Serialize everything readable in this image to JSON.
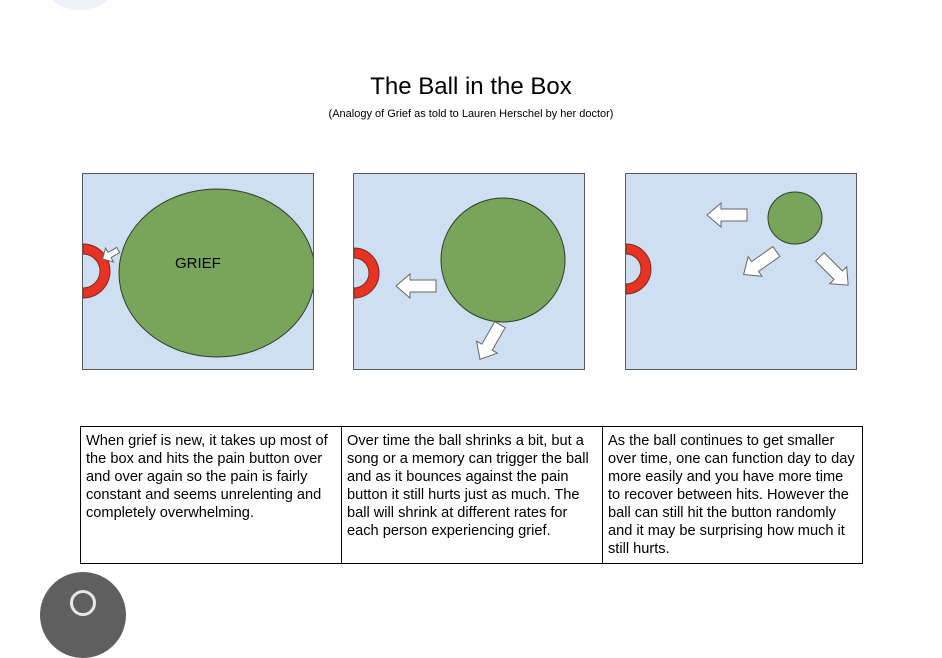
{
  "title": "The Ball in the Box",
  "subtitle": "(Analogy of Grief as told to Lauren Herschel by her doctor)",
  "panels": [
    {
      "ball_label": "GRIEF"
    },
    {
      "ball_label": ""
    },
    {
      "ball_label": ""
    }
  ],
  "colors": {
    "box_fill": "#cfdff2",
    "ball_fill": "#78a55b",
    "pain_button": "#e63323",
    "arrow_fill": "#ffffff"
  },
  "descriptions": [
    "When grief is new, it takes up most of the box and hits the pain button over and over again so the pain is fairly constant and seems unrelenting and completely overwhelming.",
    "Over time the ball shrinks a bit, but a song or a memory can trigger the ball and as it bounces against the pain button it still hurts just as much. The ball will shrink at different rates for each person experiencing grief.",
    "As the ball continues to get smaller over time, one can function day to day more easily and you have more time to recover between hits. However the ball can still hit the button randomly and it may be surprising how much it still hurts."
  ]
}
